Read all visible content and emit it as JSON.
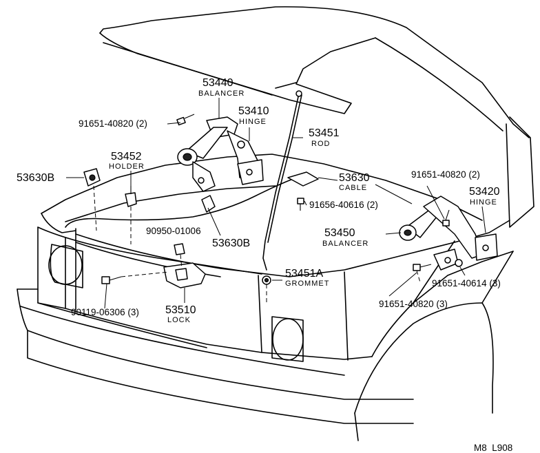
{
  "callouts": [
    {
      "id": "53440",
      "part": "53440",
      "name": "BALANCER"
    },
    {
      "id": "53410",
      "part": "53410",
      "name": "HINGE"
    },
    {
      "id": "53451",
      "part": "53451",
      "name": "ROD"
    },
    {
      "id": "53630",
      "part": "53630",
      "name": "CABLE"
    },
    {
      "id": "53452",
      "part": "53452",
      "name": "HOLDER"
    },
    {
      "id": "53630B_left",
      "part": "53630B",
      "name": ""
    },
    {
      "id": "53630B_mid",
      "part": "53630B",
      "name": ""
    },
    {
      "id": "90950",
      "part": "90950-01006",
      "name": ""
    },
    {
      "id": "53420",
      "part": "53420",
      "name": "HINGE"
    },
    {
      "id": "53450",
      "part": "53450",
      "name": "BALANCER"
    },
    {
      "id": "53451A",
      "part": "53451A",
      "name": "GROMMET"
    },
    {
      "id": "53510",
      "part": "53510",
      "name": "LOCK"
    },
    {
      "id": "91651_40820_a",
      "part": "91651-40820 (2)",
      "name": ""
    },
    {
      "id": "91651_40820_b",
      "part": "91651-40820 (2)",
      "name": ""
    },
    {
      "id": "91656",
      "part": "91656-40616 (2)",
      "name": ""
    },
    {
      "id": "91651_40614",
      "part": "91651-40614 (3)",
      "name": ""
    },
    {
      "id": "91651_40820_c",
      "part": "91651-40820 (3)",
      "name": ""
    },
    {
      "id": "90119",
      "part": "90119-06306 (3)",
      "name": ""
    }
  ],
  "footer": {
    "code": "M8  L908"
  }
}
